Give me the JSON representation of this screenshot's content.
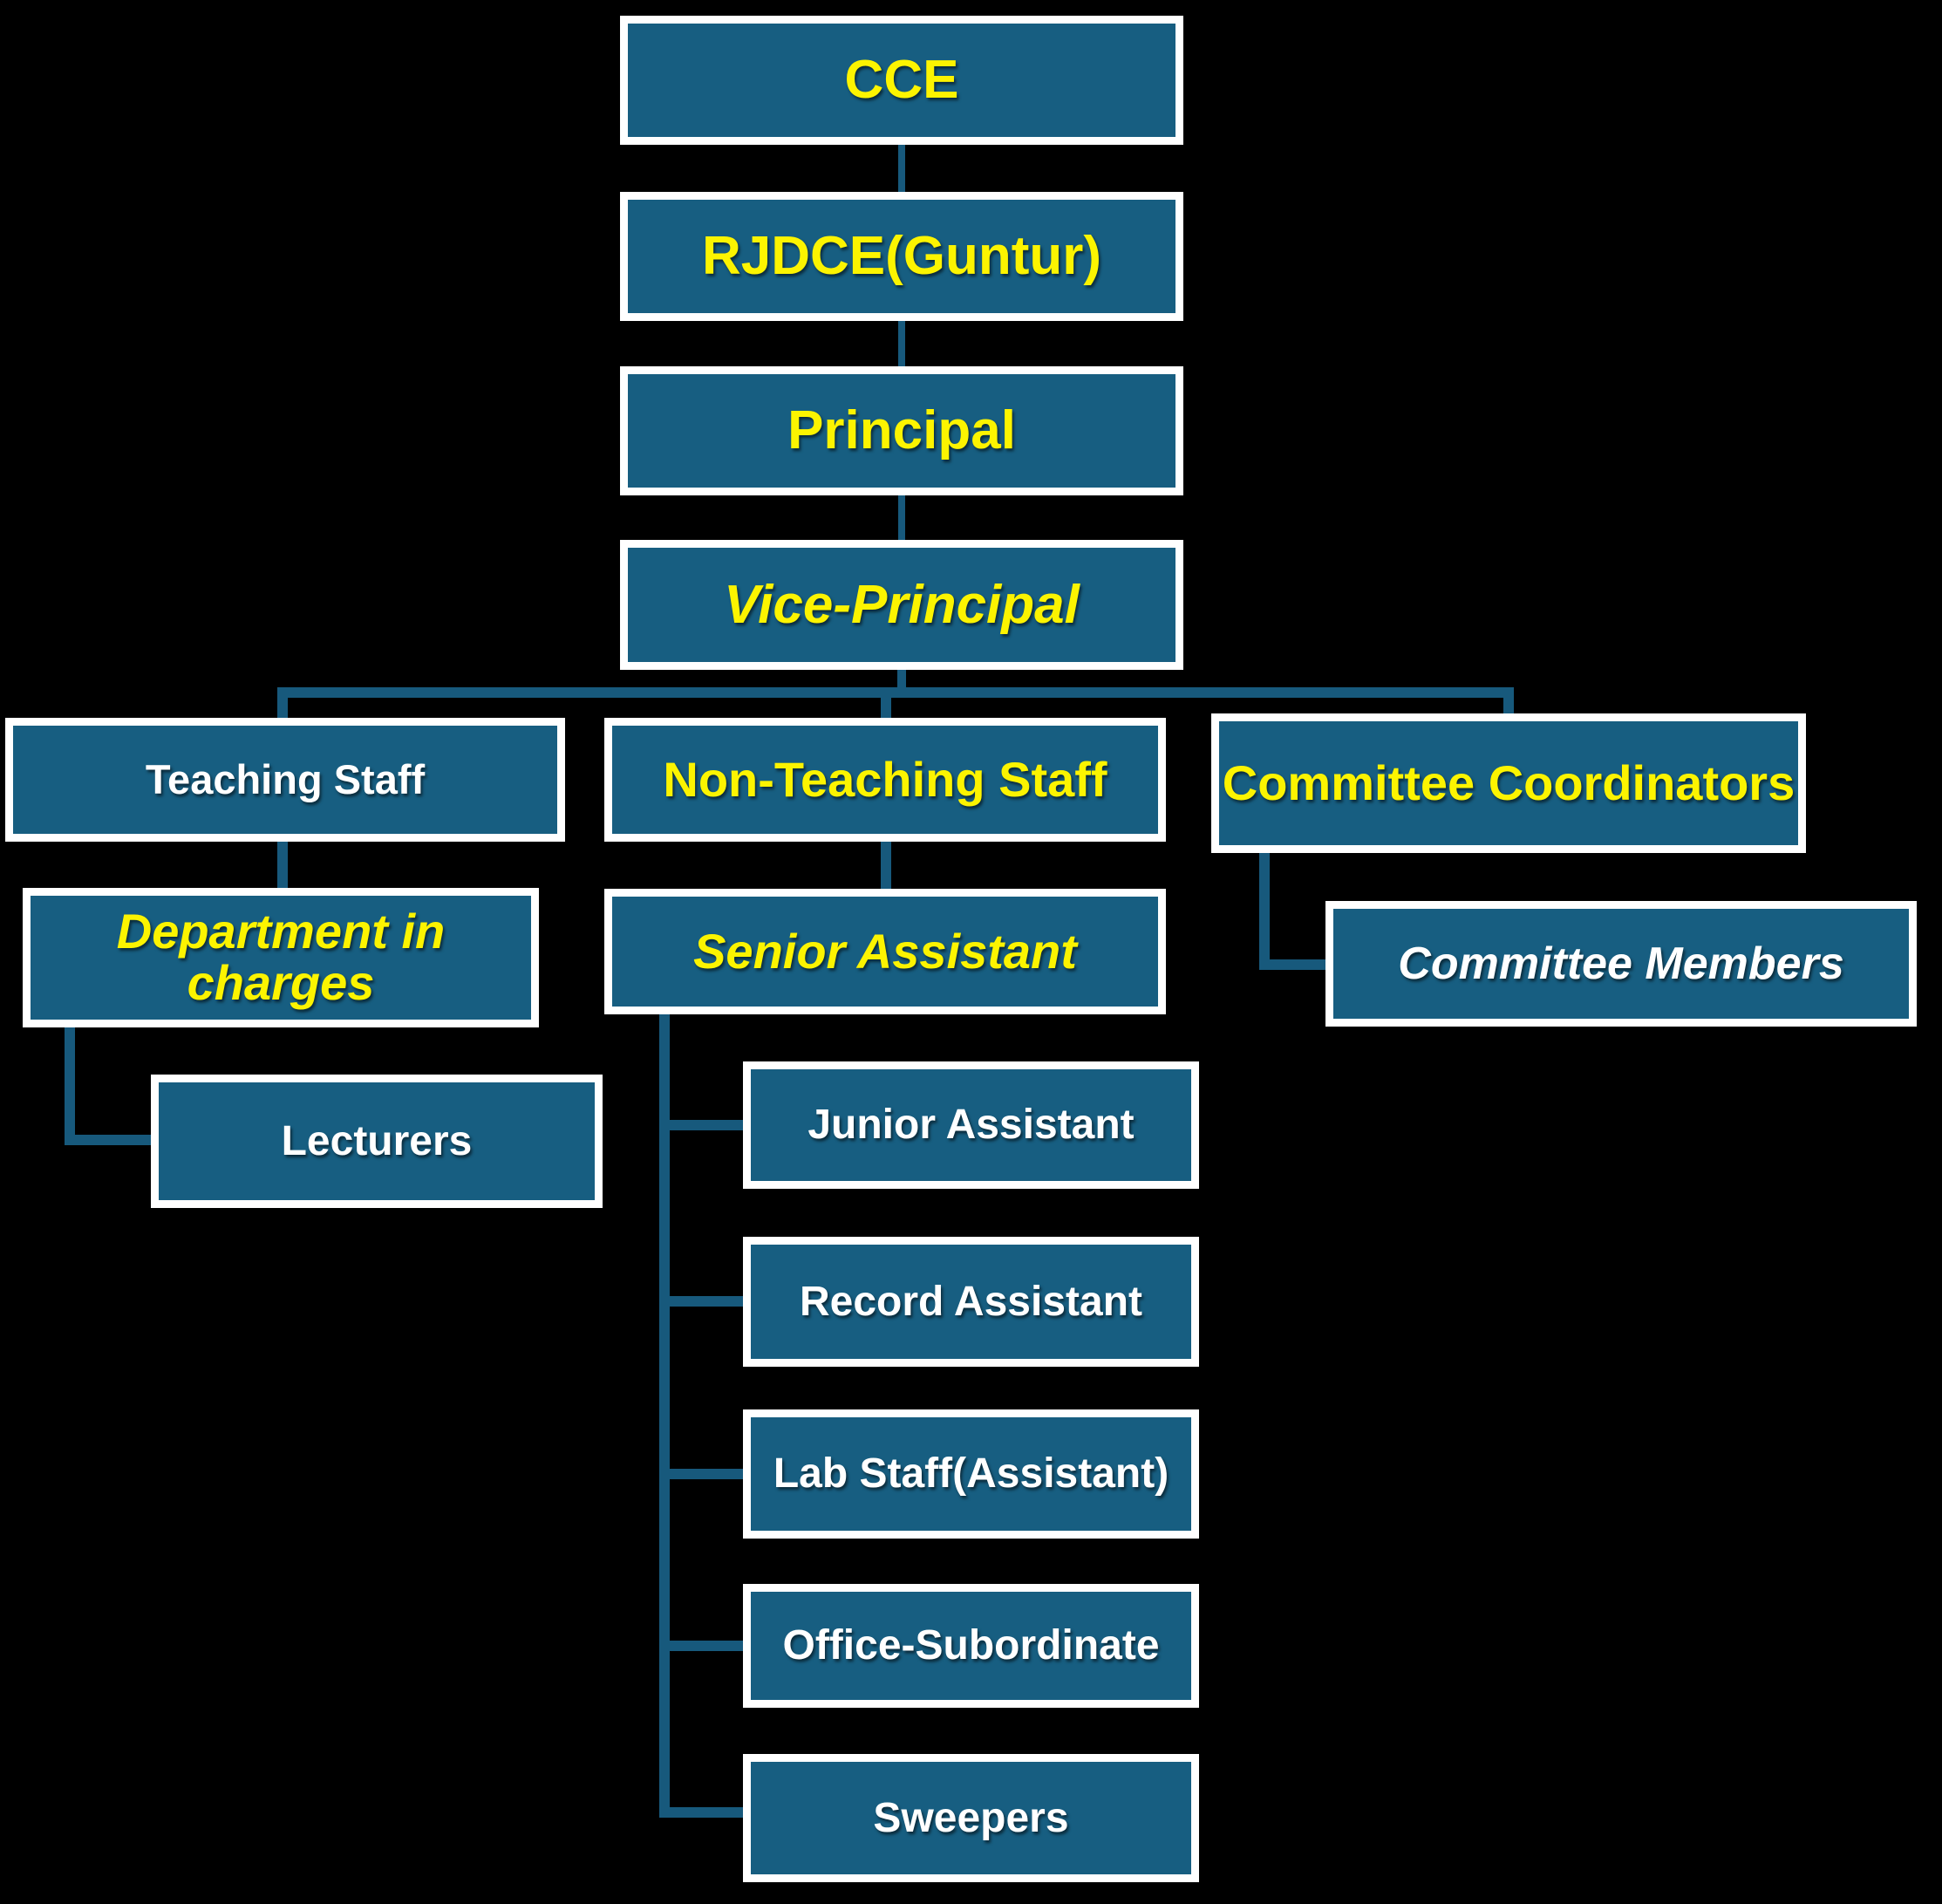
{
  "diagram": {
    "type": "org-chart",
    "nodes": {
      "cce": {
        "label": "CCE",
        "text_color": "#FCF400",
        "italic": false
      },
      "rjdce": {
        "label": "RJDCE(Guntur)",
        "text_color": "#FCF400",
        "italic": false
      },
      "principal": {
        "label": "Principal",
        "text_color": "#FCF400",
        "italic": false
      },
      "vice_principal": {
        "label": "Vice-Principal",
        "text_color": "#FCF400",
        "italic": true
      },
      "teaching_staff": {
        "label": "Teaching Staff",
        "text_color": "#FFFFFF",
        "italic": false
      },
      "non_teaching_staff": {
        "label": "Non-Teaching Staff",
        "text_color": "#FCF400",
        "italic": false
      },
      "committee_coordinators": {
        "label": "Committee Coordinators",
        "text_color": "#FCF400",
        "italic": false
      },
      "department_in_charges": {
        "label": "Department in charges",
        "text_color": "#FCF400",
        "italic": true
      },
      "senior_assistant": {
        "label": "Senior Assistant",
        "text_color": "#FCF400",
        "italic": true
      },
      "committee_members": {
        "label": "Committee Members",
        "text_color": "#FFFFFF",
        "italic": true
      },
      "lecturers": {
        "label": "Lecturers",
        "text_color": "#FFFFFF",
        "italic": false
      },
      "junior_assistant": {
        "label": "Junior Assistant",
        "text_color": "#FFFFFF",
        "italic": false
      },
      "record_assistant": {
        "label": "Record Assistant",
        "text_color": "#FFFFFF",
        "italic": false
      },
      "lab_staff": {
        "label": "Lab Staff(Assistant)",
        "text_color": "#FFFFFF",
        "italic": false
      },
      "office_subordinate": {
        "label": "Office-Subordinate",
        "text_color": "#FFFFFF",
        "italic": false
      },
      "sweepers": {
        "label": "Sweepers",
        "text_color": "#FFFFFF",
        "italic": false
      }
    },
    "hierarchy": {
      "CCE": [
        "RJDCE(Guntur)"
      ],
      "RJDCE(Guntur)": [
        "Principal"
      ],
      "Principal": [
        "Vice-Principal"
      ],
      "Vice-Principal": [
        "Teaching Staff",
        "Non-Teaching Staff",
        "Committee Coordinators"
      ],
      "Teaching Staff": [
        "Department in charges"
      ],
      "Department in charges": [
        "Lecturers"
      ],
      "Non-Teaching Staff": [
        "Senior Assistant"
      ],
      "Senior Assistant": [
        "Junior Assistant",
        "Record Assistant",
        "Lab Staff(Assistant)",
        "Office-Subordinate",
        "Sweepers"
      ],
      "Committee Coordinators": [
        "Committee Members"
      ]
    },
    "colors": {
      "background": "#000000",
      "box_fill": "#175E81",
      "box_border": "#FFFFFF",
      "connector_line": "#17597C",
      "yellow_text": "#FCF400",
      "white_text": "#FFFFFF"
    }
  }
}
